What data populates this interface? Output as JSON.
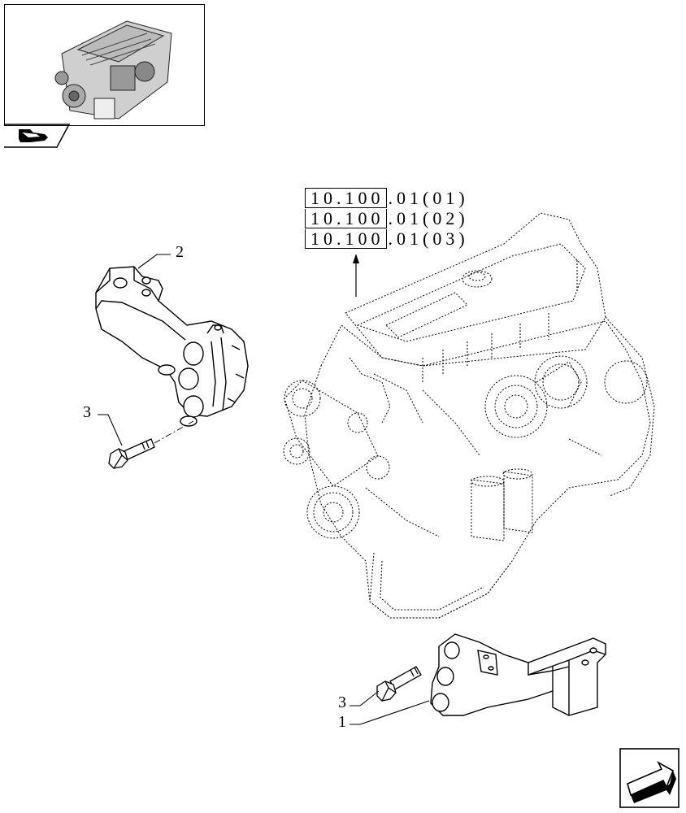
{
  "references": [
    {
      "main": "10.100",
      "suffix": ".01(01)"
    },
    {
      "main": "10.100",
      "suffix": ".01(02)"
    },
    {
      "main": "10.100",
      "suffix": ".01(03)"
    }
  ],
  "callouts": {
    "bracket_upper": "2",
    "bolt_upper": "3",
    "bolt_lower": "3",
    "bracket_lower": "1"
  },
  "icons": {
    "thumbnail_tab": "hand-pointer-icon",
    "navigation": "next-page-arrow-icon"
  }
}
